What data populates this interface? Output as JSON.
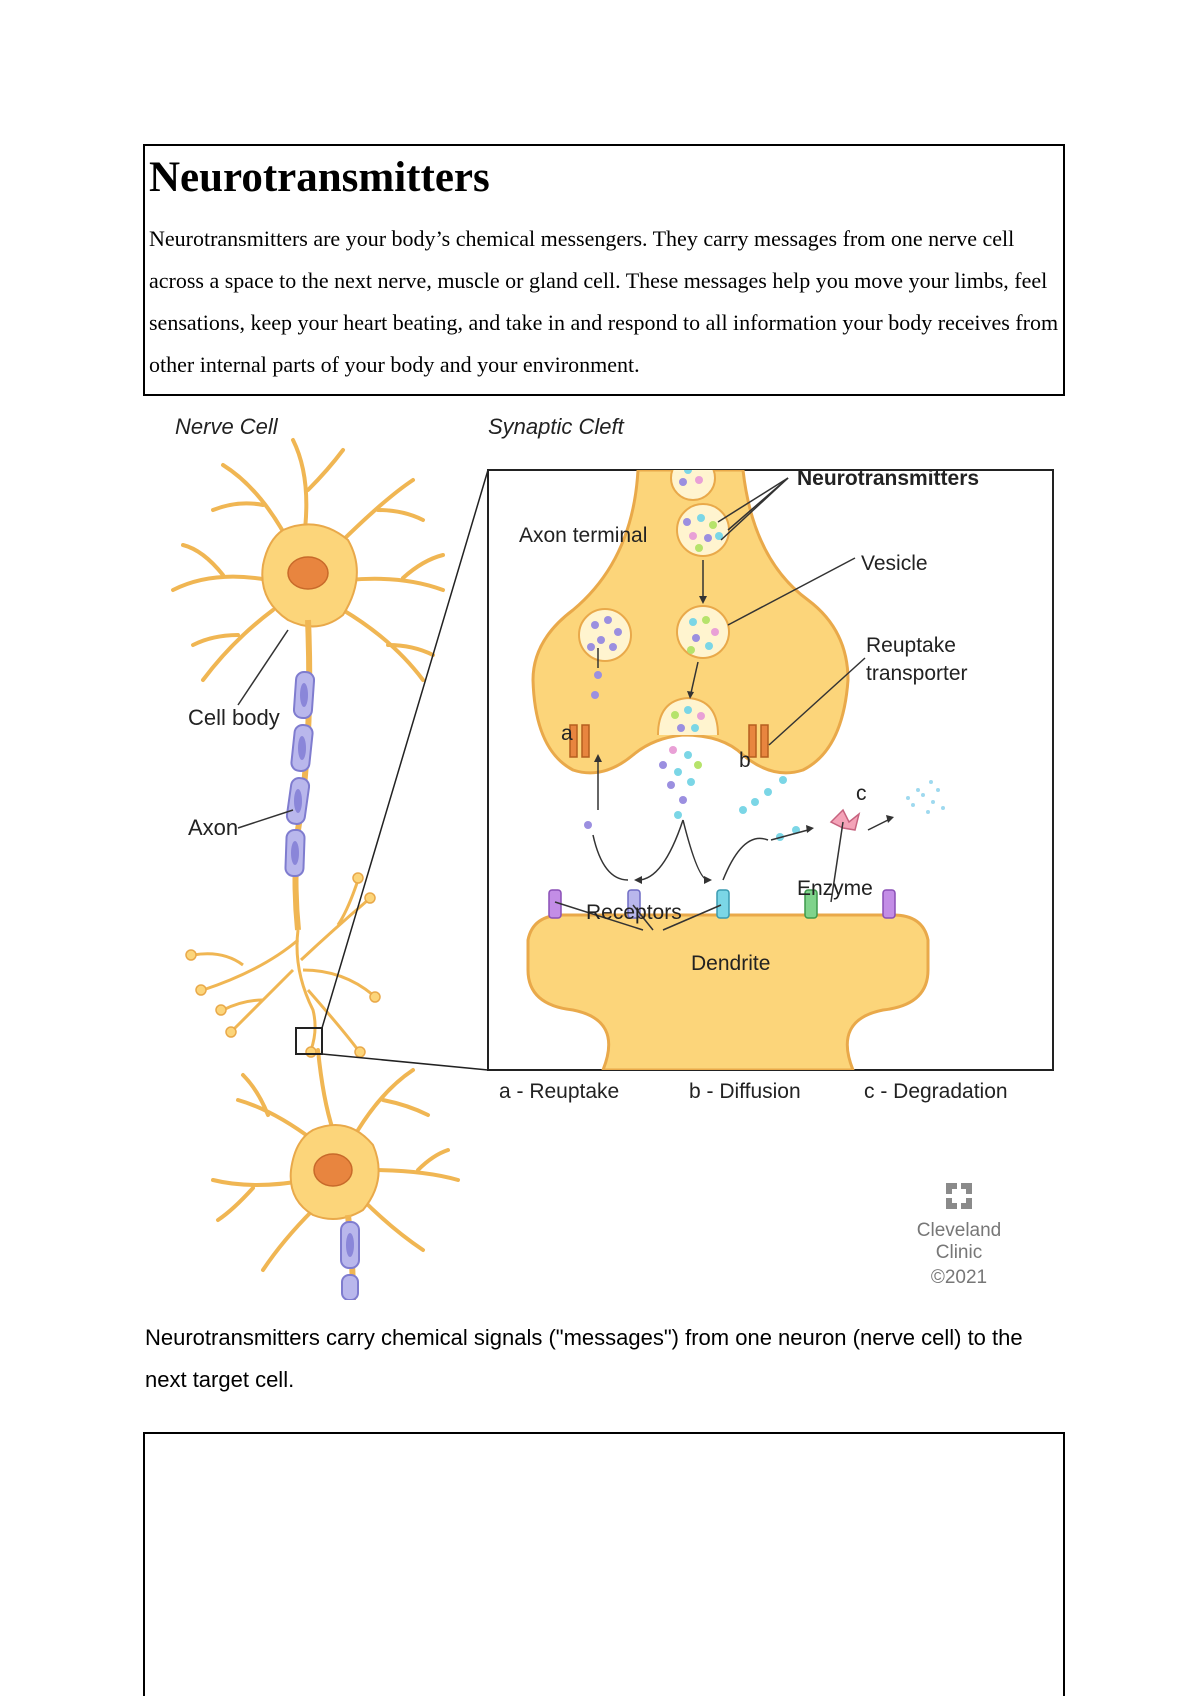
{
  "intro": {
    "title": "Neurotransmitters",
    "paragraph": "Neurotransmitters are your body’s chemical messengers. They carry messages from one nerve cell across a space to the next nerve, muscle or gland cell. These messages help you move your limbs, feel sensations, keep your heart beating, and take in and respond to all information your body receives from other internal parts of your body and your environment."
  },
  "figure": {
    "heading_left": "Nerve Cell",
    "heading_right": "Synaptic Cleft",
    "labels": {
      "cell_body": "Cell body",
      "axon": "Axon",
      "neurotransmitters": "Neurotransmitters",
      "axon_terminal": "Axon terminal",
      "vesicle": "Vesicle",
      "reuptake_1": "Reuptake",
      "reuptake_2": "transporter",
      "a": "a",
      "b": "b",
      "c": "c",
      "enzyme": "Enzyme",
      "receptors": "Receptors",
      "dendrite": "Dendrite"
    },
    "legend": [
      "a - Reuptake",
      "b - Diffusion",
      "c - Degradation"
    ],
    "credit": {
      "line1": "Cleveland",
      "line2": "Clinic",
      "line3": "©2021"
    },
    "colors": {
      "cell_fill": "#fcd57a",
      "cell_edge": "#e9a94a",
      "nucleus": "#e8853f",
      "myelin": "#b9b7ec"
    }
  },
  "caption": "Neurotransmitters carry chemical signals (\"messages\") from one neuron (nerve cell) to the next target cell."
}
